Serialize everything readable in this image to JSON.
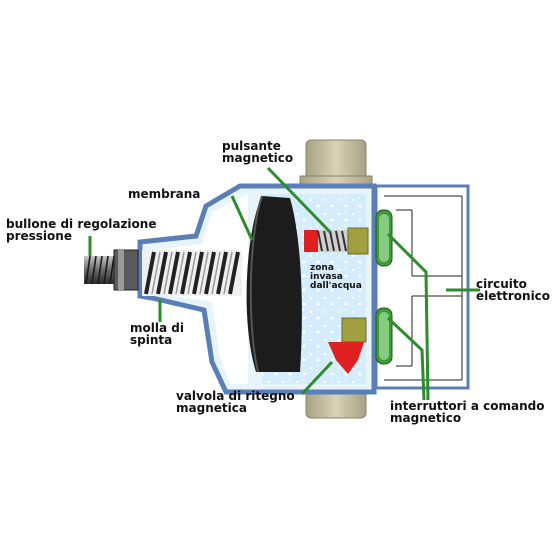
{
  "labels": {
    "pulsante": [
      "pulsante",
      "magnetico"
    ],
    "membrana": [
      "membrana"
    ],
    "bullone": [
      "bullone di regolazione",
      "pressione"
    ],
    "zona": [
      "zona",
      "invasa",
      "dall'acqua"
    ],
    "circuito": [
      "circuito",
      "elettronico"
    ],
    "molla": [
      "molla di",
      "spinta"
    ],
    "valvola": [
      "valvola di ritegno",
      "magnetica"
    ],
    "interruttori": [
      "interruttori a comando",
      "magnetico"
    ]
  },
  "colors": {
    "body_outline": "#5a7fb8",
    "water": "#d4ecfb",
    "fitting": "#c8c2a4",
    "membrane": "#1c1c1c",
    "valve": "#e02020",
    "magnet": "#a0a040",
    "switch": "#3f9b3a",
    "leader": "#2e8b2e",
    "circuit_line": "#222222"
  }
}
